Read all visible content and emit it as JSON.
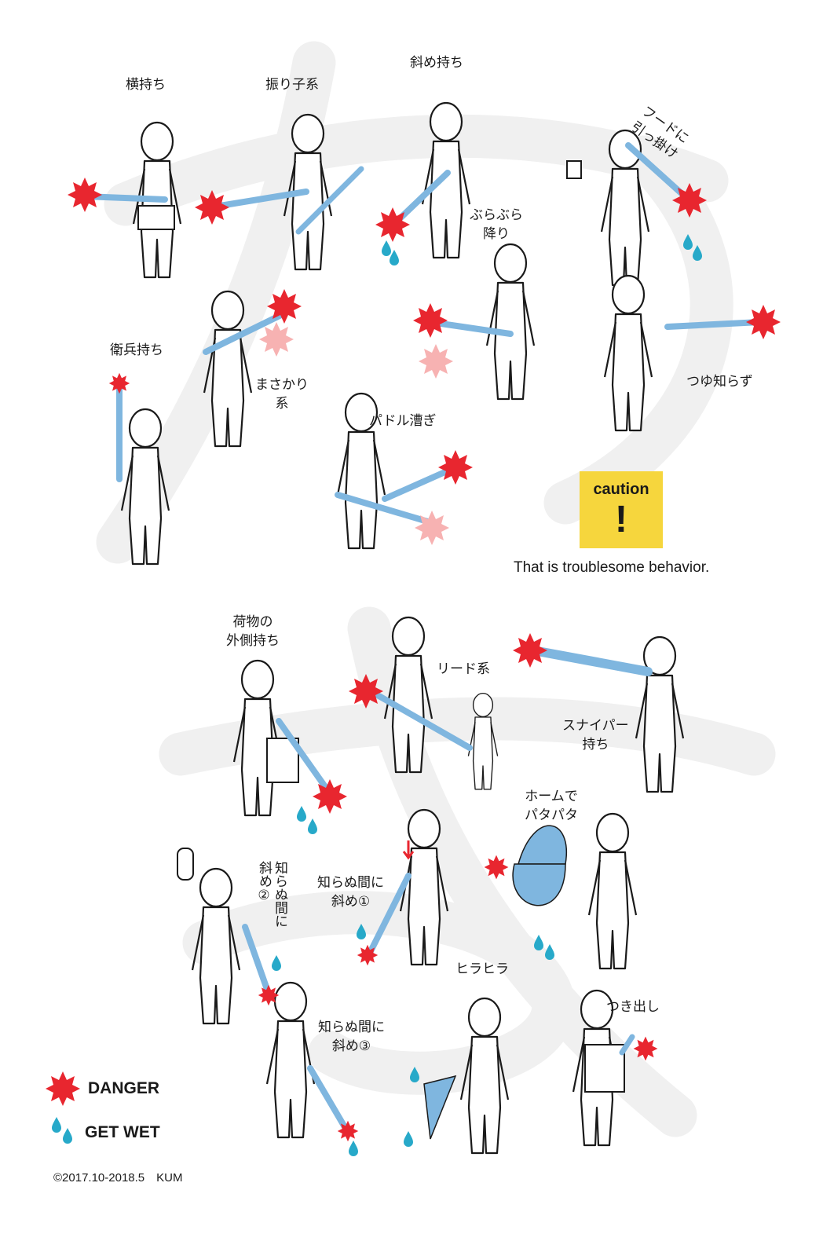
{
  "colors": {
    "danger": "#e8262f",
    "danger_faint": "#f7b2b2",
    "water": "#27a9c9",
    "umbrella": "#7fb6df",
    "caution_bg": "#f6d63d",
    "background_glyph": "#f0f0f0"
  },
  "labels": {
    "yoko": "横持ち",
    "furiko": "振り子系",
    "naname": "斜め持ち",
    "hood": "フードに\n引っ掛け",
    "burabura": "ぶらぶら\n降り",
    "eihei": "衛兵持ち",
    "masakari": "まさかり\n系",
    "tsuyu": "つゆ知らず",
    "paddle": "パドル漕ぎ",
    "nimotsu": "荷物の\n外側持ち",
    "lead": "リード系",
    "sniper": "スナイパー\n持ち",
    "home": "ホームで\nパタパタ",
    "naname1": "知らぬ間に\n斜め①",
    "naname2": "知らぬ間に\n斜め②",
    "hirahira": "ヒラヒラ",
    "naname3": "知らぬ間に\n斜め③",
    "tsukidashi": "つき出し"
  },
  "caution": {
    "title": "caution",
    "mark": "!"
  },
  "note": "That is troublesome behavior.",
  "legend": {
    "danger": "DANGER",
    "get_wet": "GET WET"
  },
  "copyright": "©2017.10-2018.5　KUM"
}
